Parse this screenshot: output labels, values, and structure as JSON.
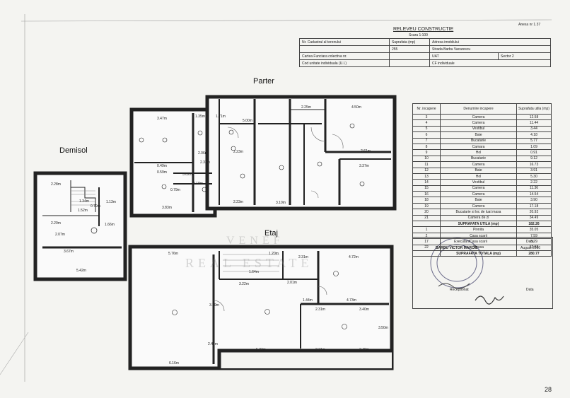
{
  "header": {
    "title": "RELEVEU CONSTRUCTIE",
    "scale": "Scara 1:100",
    "annex": "Anexa nr 1.37"
  },
  "info_table": {
    "row1": [
      "Nr. Cadastral al terenului",
      "Suprafata (mp)",
      "Adresa imobilului"
    ],
    "row2": [
      "",
      "255",
      "Strada Barbu Vacarescu"
    ],
    "row3": [
      "Cartea Funciara colectiva nr.",
      "UAT",
      "Sector 2"
    ],
    "row4": [
      "Cod unitate individuala (U.I.)",
      "CF individuale",
      ""
    ]
  },
  "labels": {
    "parter": "Parter",
    "demisol": "Demisol",
    "etaj": "Etaj"
  },
  "watermark": {
    "line1": "VENEF",
    "line2": "REAL ESTATE"
  },
  "room_table": {
    "headers": [
      "Nr. incapere",
      "Denumire incapere",
      "Suprafata utila (mp)"
    ],
    "rows": [
      [
        "3",
        "Camera",
        "12.58"
      ],
      [
        "4",
        "Camera",
        "11.44"
      ],
      [
        "5",
        "Vestibul",
        "3.44"
      ],
      [
        "6",
        "Baie",
        "4.18"
      ],
      [
        "7",
        "Bucatarie",
        "5.77"
      ],
      [
        "8",
        "Camara",
        "1.09"
      ],
      [
        "9",
        "Hol",
        "0.91"
      ],
      [
        "10",
        "Bucatarie",
        "9.12"
      ],
      [
        "11",
        "Camera",
        "16.73"
      ],
      [
        "12",
        "Baie",
        "3.91"
      ],
      [
        "13",
        "Hol",
        "5.30"
      ],
      [
        "14",
        "Vestibul",
        "2.22"
      ],
      [
        "15",
        "Camera",
        "11.36"
      ],
      [
        "16",
        "Camera",
        "14.54"
      ],
      [
        "18",
        "Baie",
        "3.90"
      ],
      [
        "19",
        "Camera",
        "17.18"
      ],
      [
        "20",
        "Bucatarie si loc de luat masa",
        "20.92"
      ],
      [
        "21",
        "Camera de zi",
        "34.49"
      ],
      [
        "",
        "SUPRAFATA UTILA (mp)",
        "182.26"
      ],
      [
        "1",
        "Pivnita",
        "35.05"
      ],
      [
        "2",
        "Casa scarii",
        "7.59"
      ],
      [
        "17",
        "Casa scarii",
        "8.29"
      ],
      [
        "22",
        "Terasa",
        "52.58"
      ],
      [
        "",
        "SUPRAFATA TOTALA (mp)",
        "280.77"
      ]
    ],
    "sign_header": [
      "Executant",
      "Data"
    ],
    "sign_name": "BARBU VICTOR MARCIS",
    "sign_date": "August 2016",
    "reception": [
      "Receptionat",
      "Data"
    ]
  },
  "dims": {
    "demisol": [
      "2.28m",
      "1.34m",
      "1.52m",
      "1.13m",
      "0.79m",
      "2.29m",
      "2.07m",
      "1.66m",
      "3.67m",
      "5.42m"
    ],
    "parter": [
      "3.47m",
      "1.35m",
      "1.71m",
      "5.00m",
      "2.25m",
      "4.50m",
      "2.23m",
      "2.33m",
      "3.02m",
      "3.83m",
      "2.23m",
      "3.10m",
      "2.61m",
      "3.37m",
      "0.49m",
      "0.59m",
      "0.79m",
      "0.18m",
      "2.06m"
    ],
    "etaj": [
      "5.76m",
      "1.20m",
      "2.31m",
      "4.72m",
      "1.64m",
      "3.22m",
      "2.01m",
      "1.44m",
      "2.31m",
      "4.73m",
      "3.40m",
      "5.73m",
      "2.31m",
      "3.48m",
      "6.16m",
      "3.39m",
      "2.48m",
      "3.50m"
    ]
  },
  "page_number": "28"
}
